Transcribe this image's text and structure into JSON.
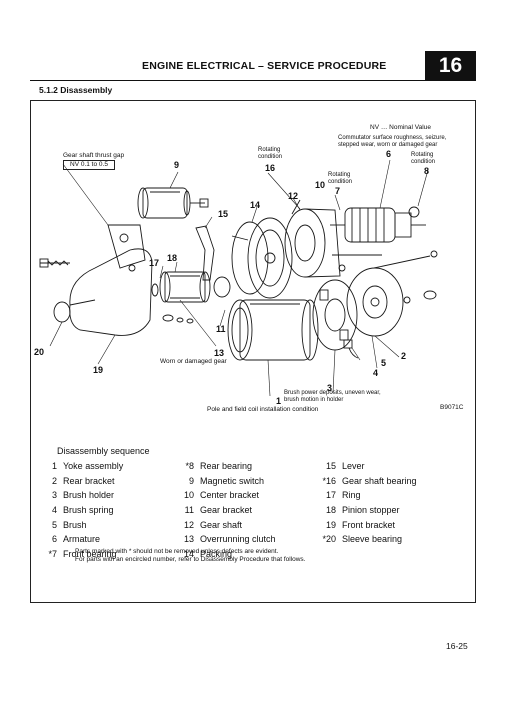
{
  "header": {
    "title": "ENGINE ELECTRICAL – SERVICE PROCEDURE",
    "chapter": "16"
  },
  "section": {
    "title": "5.1.2 Disassembly"
  },
  "diagram": {
    "nv_label": "NV … Nominal Value",
    "commutator_note": [
      "Commutator surface roughness, seizure,",
      "stepped wear, worn or damaged gear"
    ],
    "gear_gap_label": "Gear shaft thrust gap",
    "gear_gap_value": "NV 0.1 to 0.5",
    "rotating_condition_a": [
      "Rotating",
      "condition"
    ],
    "rotating_condition_b": [
      "Rotating",
      "condition"
    ],
    "rotating_condition_c": [
      "Rotating",
      "condition"
    ],
    "worn_gear_label": "Worn or damaged gear",
    "brush_note": [
      "Brush power deposits, uneven wear,",
      "brush motion in holder"
    ],
    "pole_note": "Pole and field coil installation condition",
    "figure_code": "B9071C",
    "callouts": [
      "1",
      "2",
      "3",
      "4",
      "5",
      "6",
      "7",
      "8",
      "9",
      "10",
      "11",
      "12",
      "13",
      "14",
      "15",
      "16",
      "17",
      "18",
      "19",
      "20"
    ]
  },
  "sequence": {
    "title": "Disassembly sequence",
    "col1": [
      {
        "num": "1",
        "label": "Yoke assembly"
      },
      {
        "num": "2",
        "label": "Rear bracket"
      },
      {
        "num": "3",
        "label": "Brush holder"
      },
      {
        "num": "4",
        "label": "Brush spring"
      },
      {
        "num": "5",
        "label": "Brush"
      },
      {
        "num": "6",
        "label": "Armature"
      },
      {
        "num": "*7",
        "label": "Front bearing"
      }
    ],
    "col2": [
      {
        "num": "*8",
        "label": "Rear bearing"
      },
      {
        "num": "9",
        "label": "Magnetic switch"
      },
      {
        "num": "10",
        "label": "Center bracket"
      },
      {
        "num": "11",
        "label": "Gear bracket"
      },
      {
        "num": "12",
        "label": "Gear shaft"
      },
      {
        "num": "13",
        "label": "Overrunning clutch"
      },
      {
        "num": "14",
        "label": "Packing"
      }
    ],
    "col3": [
      {
        "num": "15",
        "label": "Lever"
      },
      {
        "num": "*16",
        "label": "Gear shaft bearing"
      },
      {
        "num": "17",
        "label": "Ring"
      },
      {
        "num": "18",
        "label": "Pinion stopper"
      },
      {
        "num": "19",
        "label": "Front bracket"
      },
      {
        "num": "*20",
        "label": "Sleeve bearing"
      }
    ]
  },
  "notes": [
    "Parts marked with * should not be removed unless defects are evident.",
    "For parts with an encircled number, refer to Disassembly Procedure that follows."
  ],
  "page_number": "16-25"
}
